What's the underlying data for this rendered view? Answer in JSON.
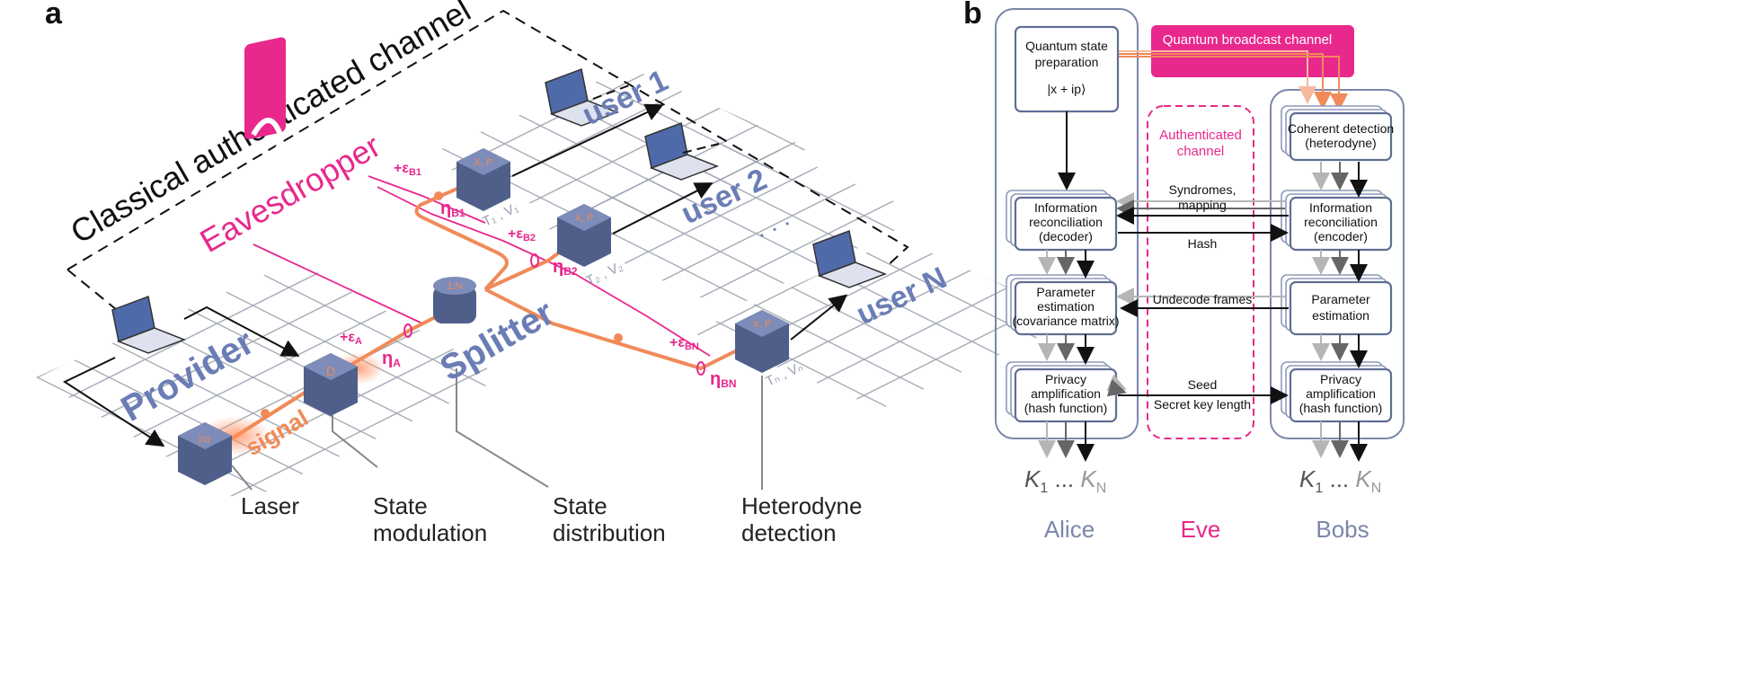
{
  "panel_a": {
    "label": "a",
    "channel_title": "Classical authenticated channel",
    "eavesdropper": "Eavesdropper",
    "provider": "Provider",
    "splitter": "Splitter",
    "signal": "signal",
    "users": [
      "user 1",
      "user 2",
      "user N"
    ],
    "dots": ". . .",
    "boxes": {
      "laser": "|α⟩",
      "modulator": "D",
      "splitter": "1:N",
      "detector": "X, P"
    },
    "noise": {
      "alice_eps": "+ε",
      "alice_eps_sub": "A",
      "alice_eta": "η",
      "alice_eta_sub": "A",
      "b1_eps": "+ε",
      "b1_eps_sub": "B1",
      "b1_eta": "η",
      "b1_eta_sub": "B1",
      "b2_eps": "+ε",
      "b2_eps_sub": "B2",
      "b2_eta": "η",
      "b2_eta_sub": "B2",
      "bn_eps": "+ε",
      "bn_eps_sub": "BN",
      "bn_eta": "η",
      "bn_eta_sub": "BN"
    },
    "tv": {
      "t1": "T₁ , V₁",
      "t2": "T₂ , V₂",
      "tn": "Tₙ , Vₙ"
    },
    "captions": {
      "laser": "Laser",
      "modulation_1": "State",
      "modulation_2": "modulation",
      "distribution_1": "State",
      "distribution_2": "distribution",
      "detection_1": "Heterodyne",
      "detection_2": "detection"
    }
  },
  "panel_b": {
    "label": "b",
    "broadcast": "Quantum broadcast channel",
    "alice": {
      "prep_1": "Quantum state",
      "prep_2": "preparation",
      "prep_state": "|x + ip⟩",
      "ir_1": "Information",
      "ir_2": "reconciliation",
      "ir_3": "(decoder)",
      "pe_1": "Parameter",
      "pe_2": "estimation",
      "pe_3": "(covariance matrix)",
      "pa_1": "Privacy",
      "pa_2": "amplification",
      "pa_3": "(hash function)"
    },
    "bobs": {
      "cd_1": "Coherent detection",
      "cd_2": "(heterodyne)",
      "ir_1": "Information",
      "ir_2": "reconciliation",
      "ir_3": "(encoder)",
      "pe_1": "Parameter",
      "pe_2": "estimation",
      "pa_1": "Privacy",
      "pa_2": "amplification",
      "pa_3": "(hash function)"
    },
    "eve_channel_1": "Authenticated",
    "eve_channel_2": "channel",
    "messages": {
      "syndromes_1": "Syndromes,",
      "syndromes_2": "mapping",
      "hash": "Hash",
      "undecode": "Undecode frames",
      "seed": "Seed",
      "secret": "Secret key length"
    },
    "keys": {
      "k": "K",
      "sub1": "1",
      "dots": " ... ",
      "subn": "N"
    },
    "names": {
      "alice": "Alice",
      "eve": "Eve",
      "bobs": "Bobs"
    },
    "colors": {
      "alice": "#7b87aa",
      "eve": "#e8288c",
      "bobs": "#7b87aa",
      "broadcast": "#e8288c",
      "fiber": "#f08a58"
    }
  }
}
